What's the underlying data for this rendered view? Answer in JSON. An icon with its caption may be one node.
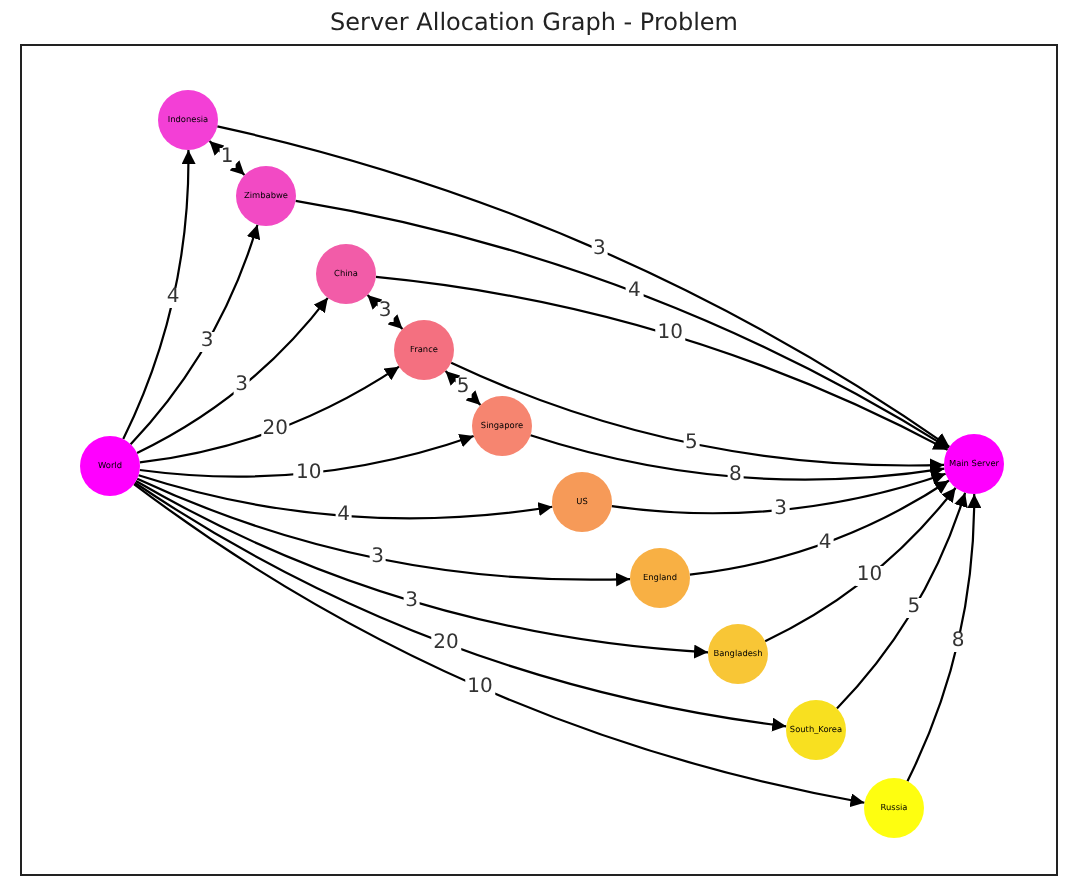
{
  "diagram": {
    "title": "Server Allocation Graph - Problem",
    "nodes": [
      {
        "text": [
          "Indonesia"
        ]
      },
      {
        "text": [
          "Zimbabwe"
        ]
      },
      {
        "text": [
          "China"
        ]
      },
      {
        "text": [
          "France"
        ]
      },
      {
        "text": [
          "Singapore"
        ]
      },
      {
        "text": [
          "World"
        ]
      },
      {
        "text": [
          "Main Server"
        ]
      },
      {
        "text": [
          "US"
        ]
      },
      {
        "text": [
          "England"
        ]
      },
      {
        "text": [
          "Bangladesh"
        ]
      },
      {
        "text": [
          "South_Korea"
        ]
      },
      {
        "text": [
          "Russia"
        ]
      }
    ],
    "edges": [
      {
        "from": 5,
        "to": 0,
        "arrow": "to",
        "label": "4"
      },
      {
        "from": 5,
        "to": 1,
        "arrow": "to",
        "label": "3"
      },
      {
        "from": 5,
        "to": 2,
        "arrow": "to",
        "label": "3"
      },
      {
        "from": 5,
        "to": 3,
        "arrow": "to",
        "label": "20"
      },
      {
        "from": 5,
        "to": 4,
        "arrow": "to",
        "label": "10"
      },
      {
        "from": 5,
        "to": 7,
        "arrow": "to",
        "label": "4"
      },
      {
        "from": 5,
        "to": 8,
        "arrow": "to",
        "label": "3"
      },
      {
        "from": 5,
        "to": 9,
        "arrow": "to",
        "label": "3"
      },
      {
        "from": 5,
        "to": 10,
        "arrow": "to",
        "label": "20"
      },
      {
        "from": 5,
        "to": 11,
        "arrow": "to",
        "label": "10"
      },
      {
        "from": 0,
        "to": 1,
        "arrow": "both",
        "label": "1"
      },
      {
        "from": 3,
        "to": 2,
        "arrow": "both",
        "label": "3"
      },
      {
        "from": 4,
        "to": 3,
        "arrow": "both",
        "label": "5"
      },
      {
        "from": 0,
        "to": 6,
        "arrow": "to",
        "label": "3"
      },
      {
        "from": 1,
        "to": 6,
        "arrow": "to",
        "label": "4"
      },
      {
        "from": 2,
        "to": 6,
        "arrow": "to",
        "label": "10"
      },
      {
        "from": 3,
        "to": 6,
        "arrow": "to",
        "label": "5"
      },
      {
        "from": 4,
        "to": 6,
        "arrow": "to",
        "label": "8"
      },
      {
        "from": 7,
        "to": 6,
        "arrow": "to",
        "label": "3"
      },
      {
        "from": 8,
        "to": 6,
        "arrow": "to",
        "label": "4"
      },
      {
        "from": 9,
        "to": 6,
        "arrow": "to",
        "label": "10"
      },
      {
        "from": 10,
        "to": 6,
        "arrow": "to",
        "label": "5"
      },
      {
        "from": 11,
        "to": 6,
        "arrow": "to",
        "label": "8"
      }
    ]
  }
}
